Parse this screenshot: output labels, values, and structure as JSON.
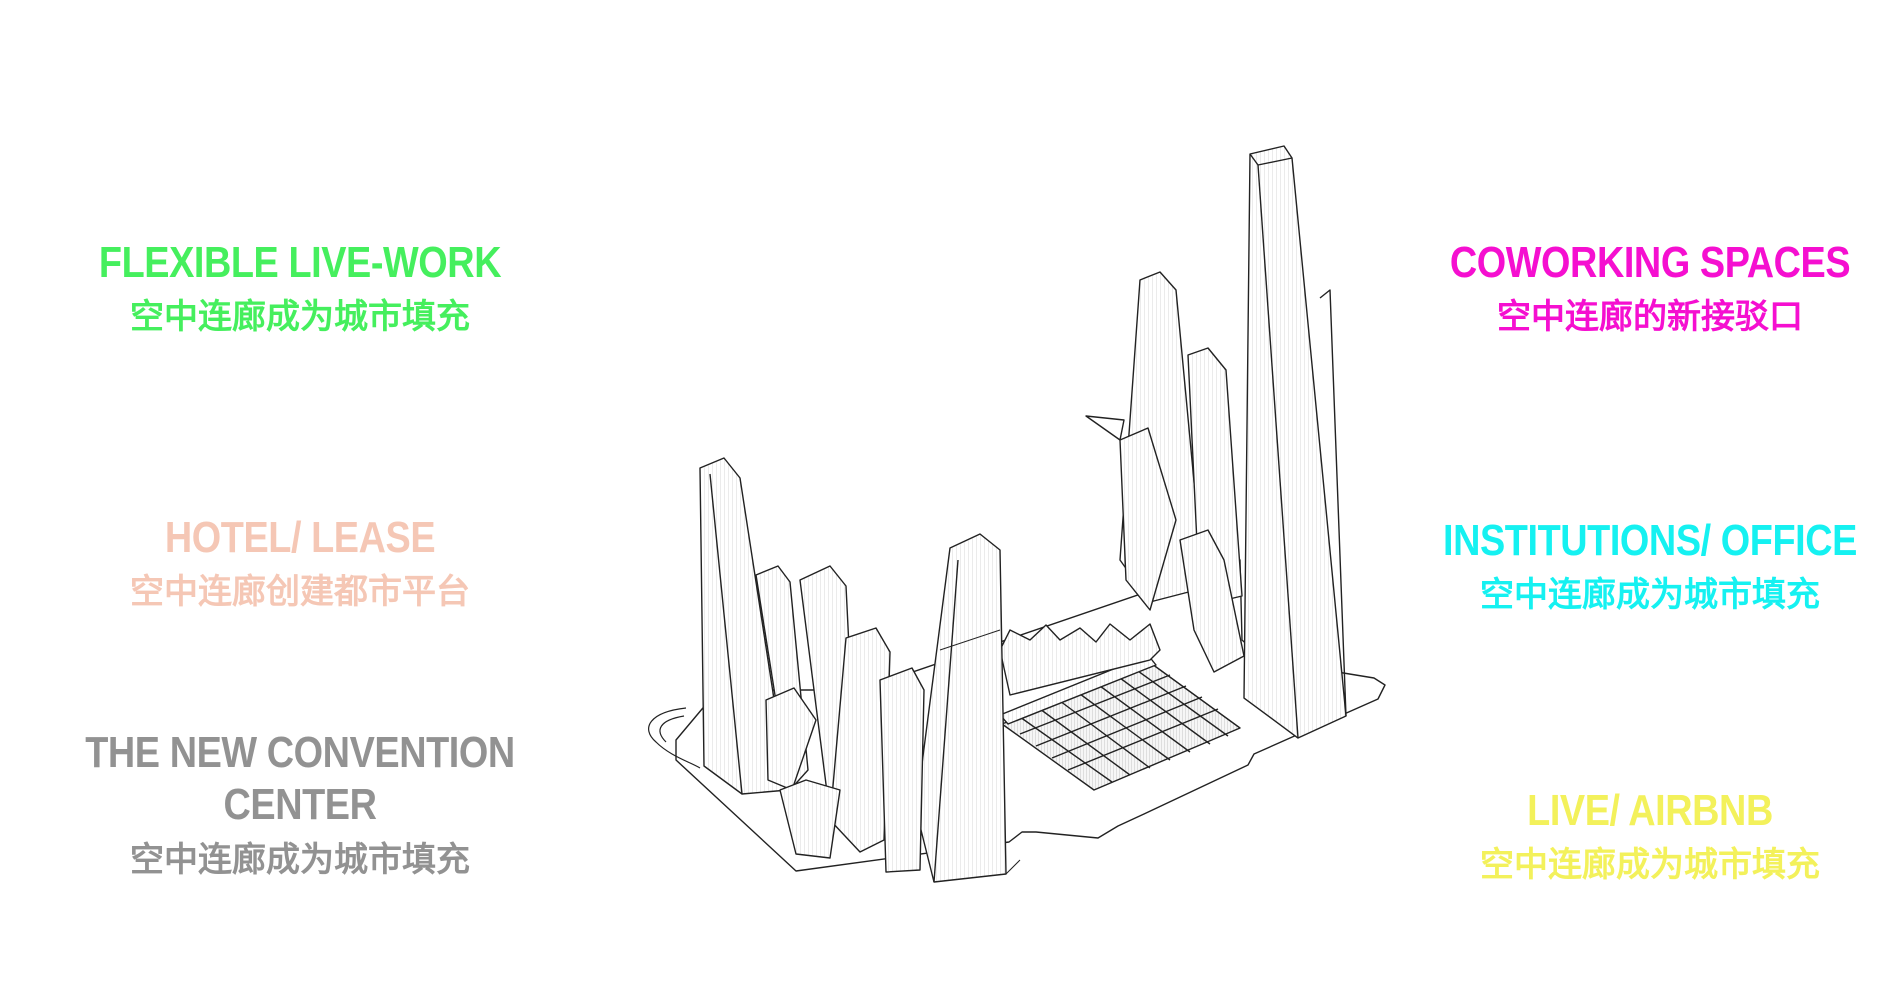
{
  "labels": {
    "flexible": {
      "en": "FLEXIBLE LIVE-WORK",
      "zh": "空中连廊成为城市填充",
      "color": "#45ef5d"
    },
    "hotel": {
      "en": "HOTEL/ LEASE",
      "zh": "空中连廊创建都市平台",
      "color": "#f5c7b5"
    },
    "convention": {
      "en_line1": "THE NEW CONVENTION",
      "en_line2": "CENTER",
      "zh": "空中连廊成为城市填充",
      "color": "#929292"
    },
    "coworking": {
      "en": "COWORKING SPACES",
      "zh": "空中连廊的新接驳口",
      "color": "#f50fd0"
    },
    "institutions": {
      "en": "INSTITUTIONS/ OFFICE",
      "zh": "空中连廊成为城市填充",
      "color": "#15f1f1"
    },
    "live": {
      "en": "LIVE/ AIRBNB",
      "zh": "空中连廊成为城市填充",
      "color": "#f3f15b"
    }
  },
  "drawing": {
    "icon": "axonometric-tower-complex",
    "stroke_color": "#222222",
    "fill_color": "#ffffff"
  }
}
